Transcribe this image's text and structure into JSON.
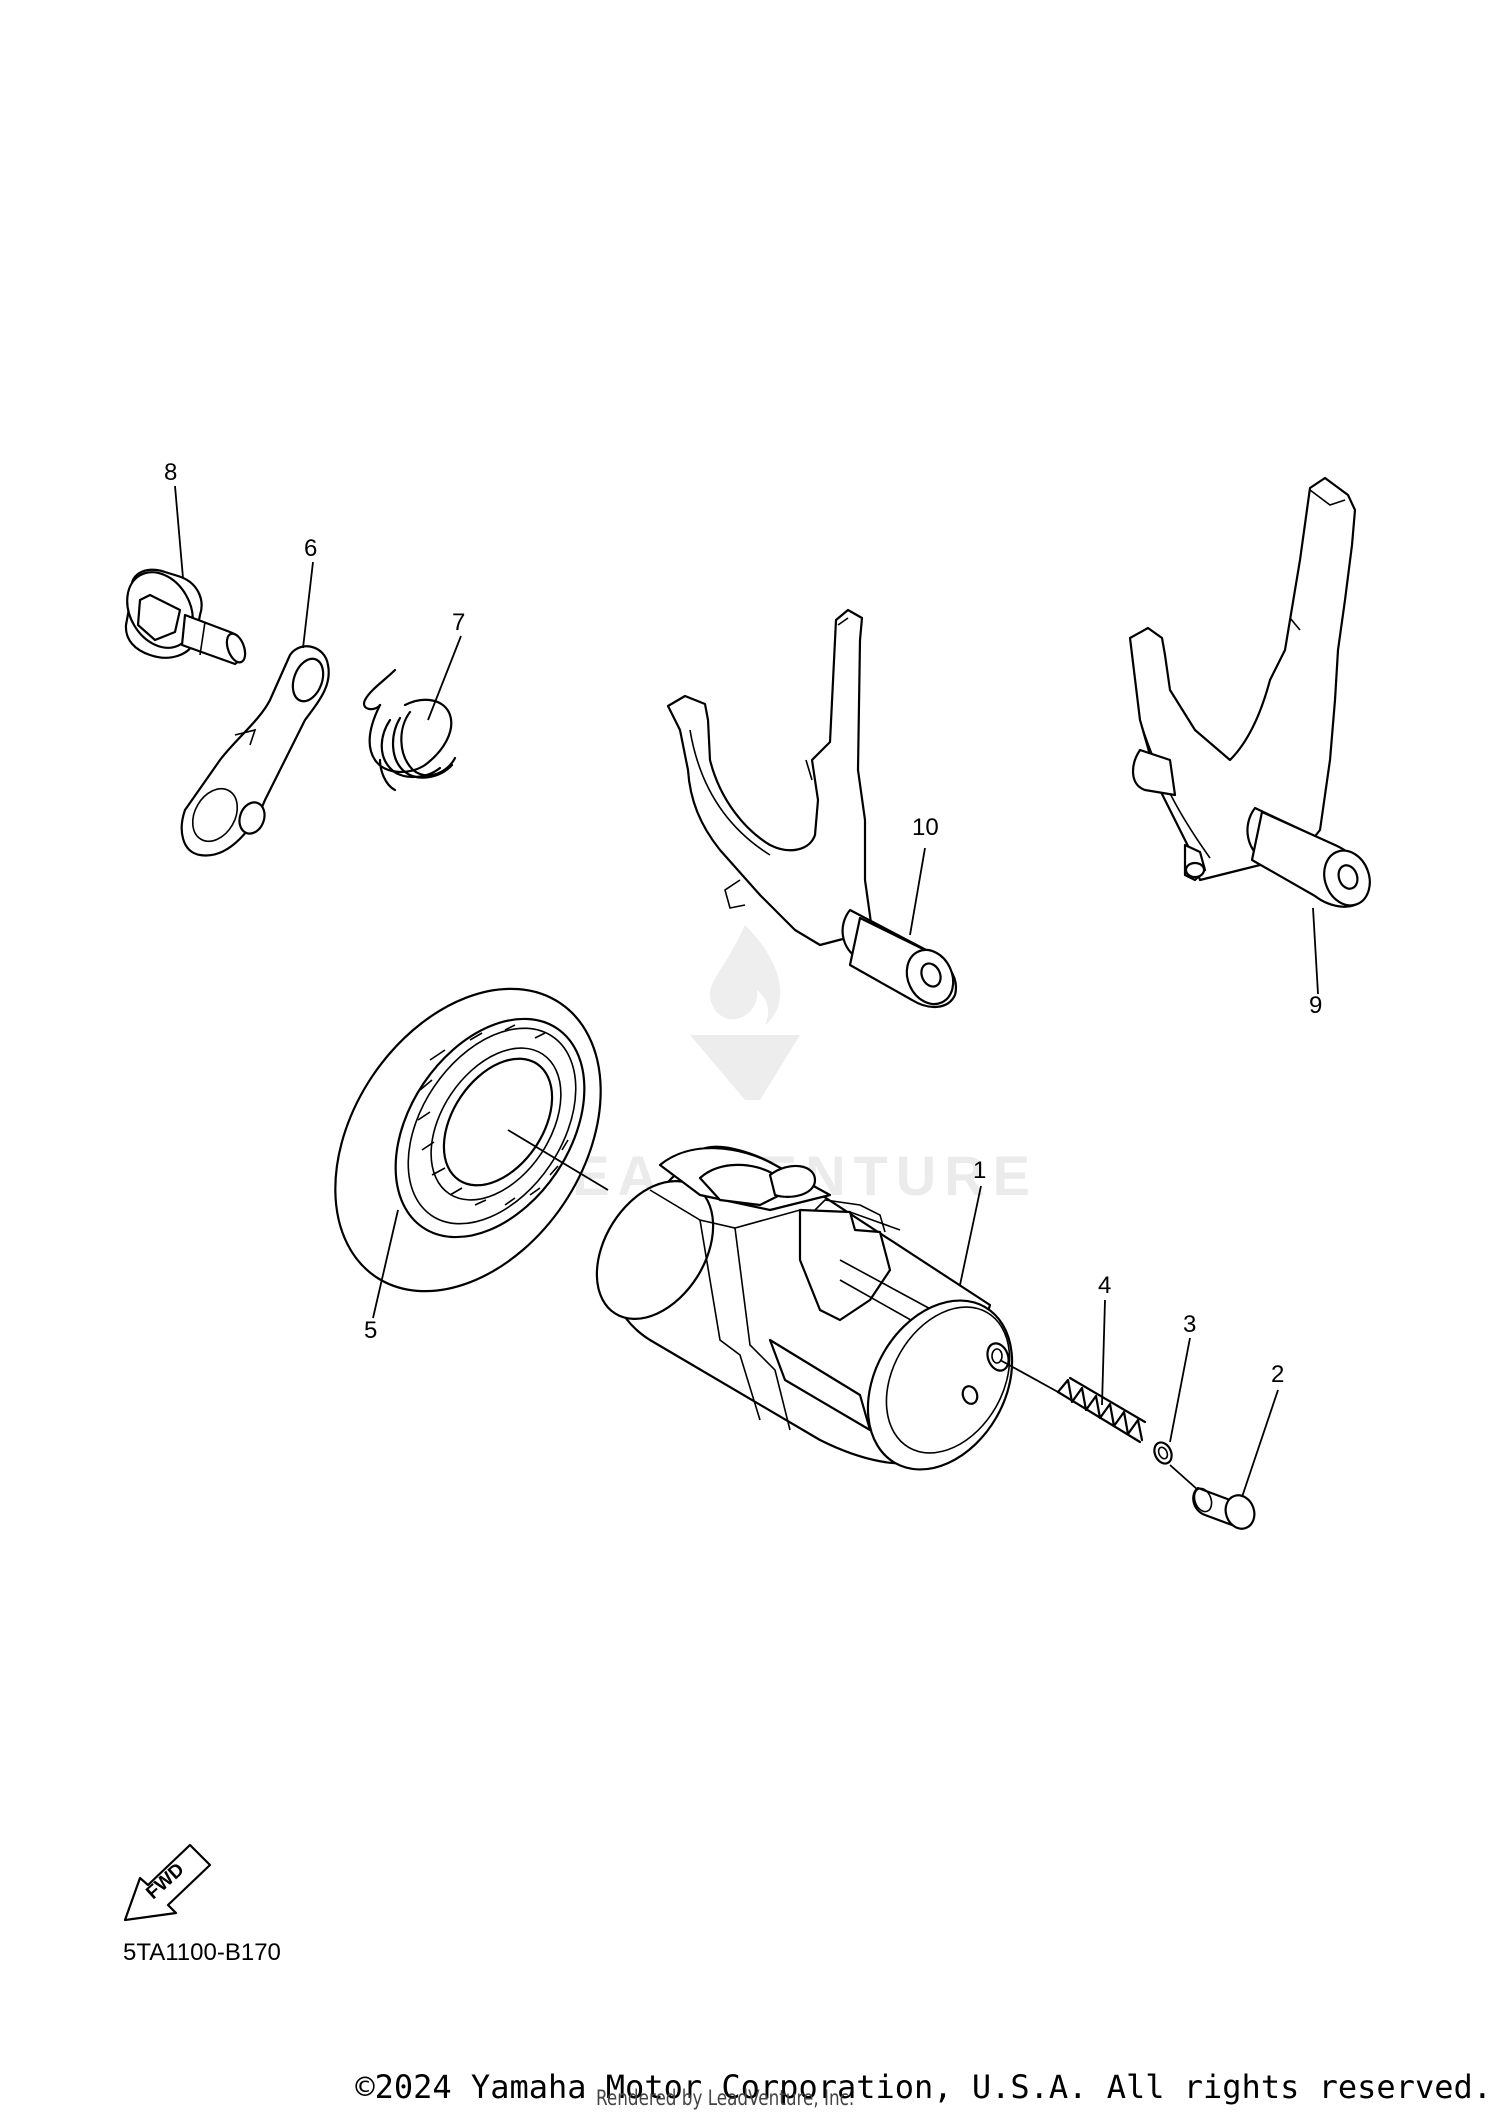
{
  "diagram_code": "5TA1100-B170",
  "fwd_arrow_label": "FWD",
  "watermark": "LEADVENTURE",
  "footer": {
    "copyright": "©2024 Yamaha Motor Corporation, U.S.A. All rights reserved.",
    "rendered_by": "Rendered by LeadVenture, Inc."
  },
  "callouts": [
    "1",
    "2",
    "3",
    "4",
    "5",
    "6",
    "7",
    "8",
    "9",
    "10"
  ],
  "colors": {
    "line": "#000000",
    "background": "#ffffff",
    "watermark": "#e9e9e9"
  }
}
